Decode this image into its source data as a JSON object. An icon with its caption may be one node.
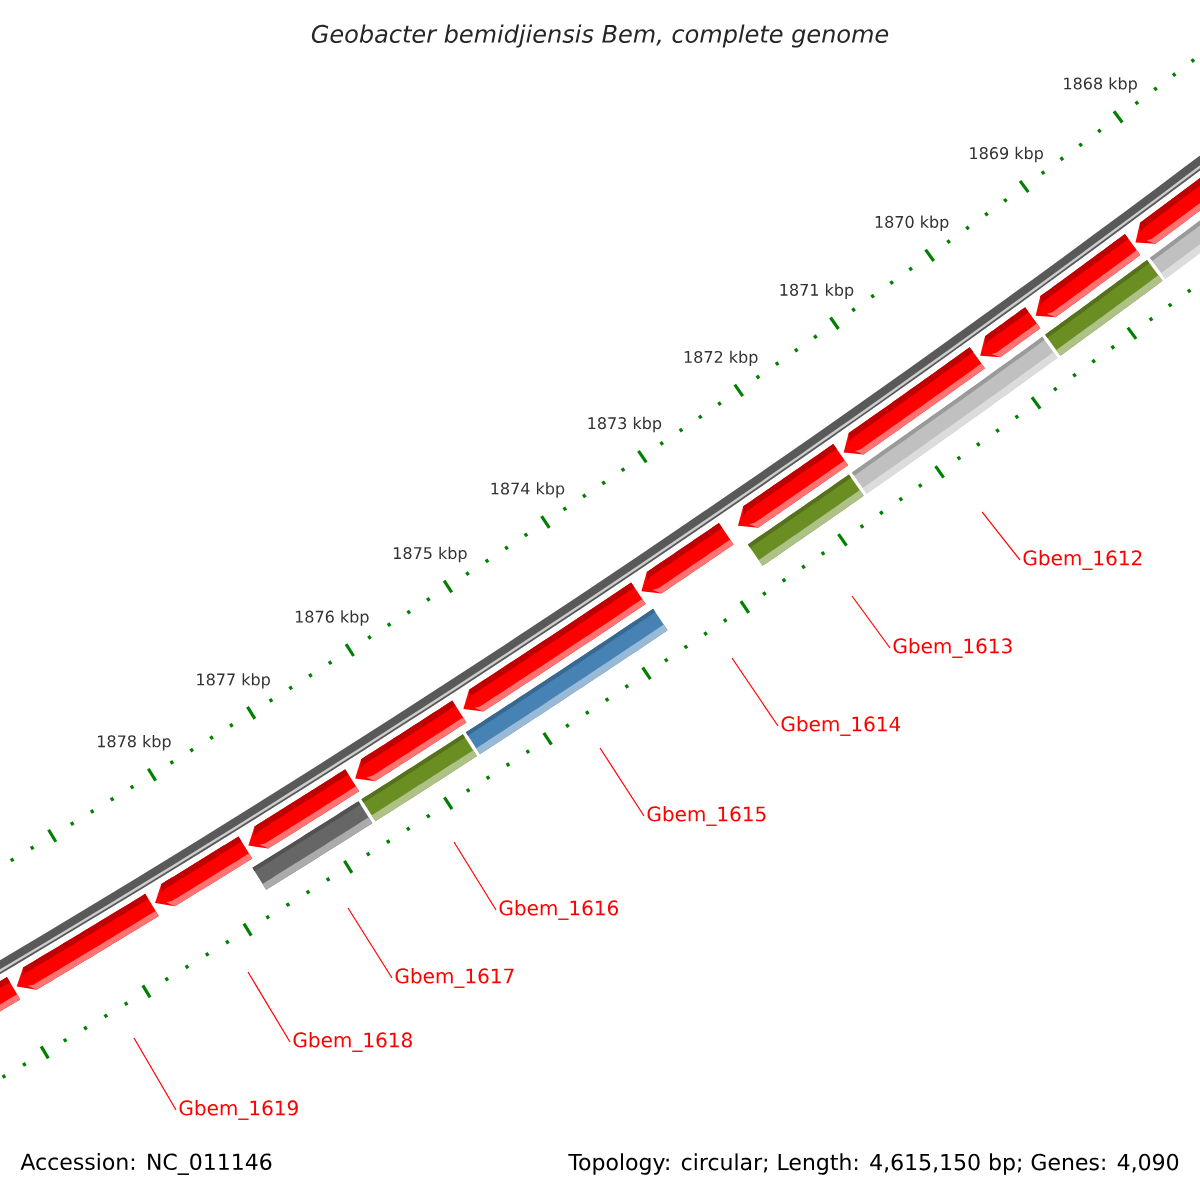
{
  "diagram": {
    "title": "Geobacter bemidjiensis Bem, complete genome",
    "nodes": [
      {
        "text": [
          "Gbem_1612"
        ]
      },
      {
        "text": [
          "Gbem_1613"
        ]
      },
      {
        "text": [
          "Gbem_1614"
        ]
      },
      {
        "text": [
          "Gbem_1615"
        ]
      },
      {
        "text": [
          "Gbem_1616"
        ]
      },
      {
        "text": [
          "Gbem_1617"
        ]
      },
      {
        "text": [
          "Gbem_1618"
        ]
      },
      {
        "text": [
          "Gbem_1619"
        ]
      }
    ],
    "edges": [
      {
        "from": 0,
        "to": null,
        "arrow": "none"
      },
      {
        "from": 1,
        "to": null,
        "arrow": "none"
      },
      {
        "from": 2,
        "to": null,
        "arrow": "none"
      },
      {
        "from": 3,
        "to": null,
        "arrow": "none"
      },
      {
        "from": 4,
        "to": null,
        "arrow": "none"
      },
      {
        "from": 5,
        "to": null,
        "arrow": "none"
      },
      {
        "from": 6,
        "to": null,
        "arrow": "none"
      },
      {
        "from": 7,
        "to": null,
        "arrow": "none"
      }
    ],
    "labels": [
      "1868 kbp",
      "1869 kbp",
      "1870 kbp",
      "1871 kbp",
      "1872 kbp",
      "1873 kbp",
      "1874 kbp",
      "1875 kbp",
      "1876 kbp",
      "1877 kbp",
      "1878 kbp",
      "Accession: NC_011146",
      "Topology: circular; Length: 4,615,150 bp; Genes: 4,090"
    ]
  }
}
